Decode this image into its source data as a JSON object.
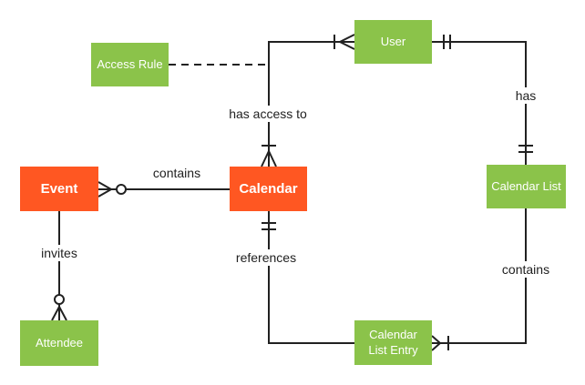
{
  "diagram": {
    "type": "entity-relationship",
    "entities": [
      {
        "id": "event",
        "label": "Event",
        "color": "#FF5722"
      },
      {
        "id": "calendar",
        "label": "Calendar",
        "color": "#FF5722"
      },
      {
        "id": "access-rule",
        "label": "Access Rule",
        "color": "#8BC34A"
      },
      {
        "id": "user",
        "label": "User",
        "color": "#8BC34A"
      },
      {
        "id": "calendar-list",
        "label": "Calendar List",
        "color": "#8BC34A"
      },
      {
        "id": "calendar-list-entry",
        "label": "Calendar List Entry",
        "color": "#8BC34A"
      },
      {
        "id": "attendee",
        "label": "Attendee",
        "color": "#8BC34A"
      }
    ],
    "relationships": [
      {
        "id": "calendar-contains-event",
        "label": "contains",
        "from": "Calendar",
        "to": "Event",
        "from_cardinality": "one",
        "to_cardinality": "zero-or-many",
        "style": "solid"
      },
      {
        "id": "user-has-access-to",
        "label": "has access to",
        "from": "User",
        "to": "Calendar",
        "from_cardinality": "one-or-many",
        "to_cardinality": "one-or-many",
        "style": "solid"
      },
      {
        "id": "access-rule-attachment",
        "label": "",
        "from": "Access Rule",
        "to": "has access to line",
        "from_cardinality": "",
        "to_cardinality": "",
        "style": "dashed"
      },
      {
        "id": "user-has-calendar-list",
        "label": "has",
        "from": "User",
        "to": "Calendar List",
        "from_cardinality": "exactly-one",
        "to_cardinality": "exactly-one",
        "style": "solid"
      },
      {
        "id": "list-contains-entry",
        "label": "contains",
        "from": "Calendar List",
        "to": "Calendar List Entry",
        "from_cardinality": "one",
        "to_cardinality": "one-or-many",
        "style": "solid"
      },
      {
        "id": "entry-references",
        "label": "references",
        "from": "Calendar List Entry",
        "to": "Calendar",
        "from_cardinality": "one",
        "to_cardinality": "exactly-one",
        "style": "solid"
      },
      {
        "id": "event-invites-attendee",
        "label": "invites",
        "from": "Event",
        "to": "Attendee",
        "from_cardinality": "one",
        "to_cardinality": "zero-or-many",
        "style": "solid"
      }
    ],
    "colors": {
      "entity_orange": "#FF5722",
      "entity_green": "#8BC34A",
      "entity_text": "#FFFFFF",
      "line": "#212121",
      "label_text": "#212121",
      "background": "#FFFFFF"
    }
  }
}
